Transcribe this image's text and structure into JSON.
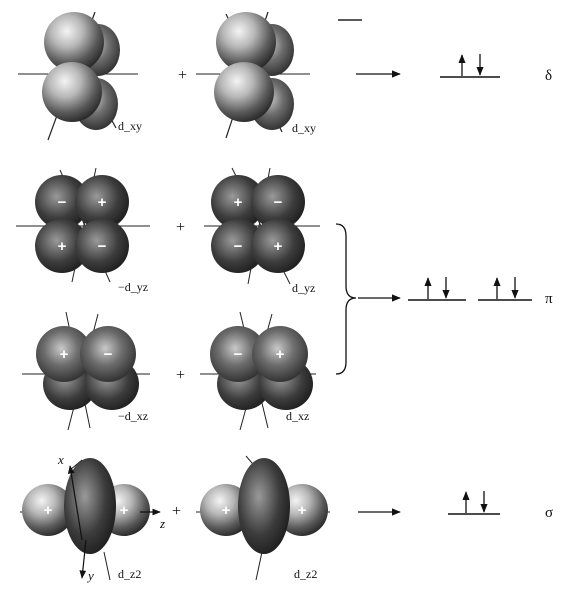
{
  "rows": [
    {
      "id": "delta",
      "left_label": "d_xy",
      "right_label": "d_xy",
      "operator": "+",
      "level_symbol": "δ"
    },
    {
      "id": "pi-1",
      "left_label": "−d_yz",
      "right_label": "d_yz",
      "operator": "+",
      "left_signs": [
        "−",
        "+",
        "+",
        "−"
      ],
      "right_signs": [
        "+",
        "−",
        "−",
        "+"
      ]
    },
    {
      "id": "pi-2",
      "left_label": "−d_xz",
      "right_label": "d_xz",
      "operator": "+",
      "left_signs": [
        "+",
        "−"
      ],
      "right_signs": [
        "−",
        "+"
      ]
    },
    {
      "id": "sigma",
      "left_label": "d_z2",
      "right_label": "d_z2",
      "operator": "+",
      "level_symbol": "σ",
      "left_signs": [
        "+",
        "+"
      ],
      "right_signs": [
        "+",
        "+"
      ]
    }
  ],
  "pi_level_symbol": "π",
  "axes": {
    "x": "x",
    "y": "y",
    "z": "z"
  },
  "colors": {
    "ink": "#111111",
    "lobe_dark": "#222222",
    "lobe_light": "#dcdcdc"
  }
}
